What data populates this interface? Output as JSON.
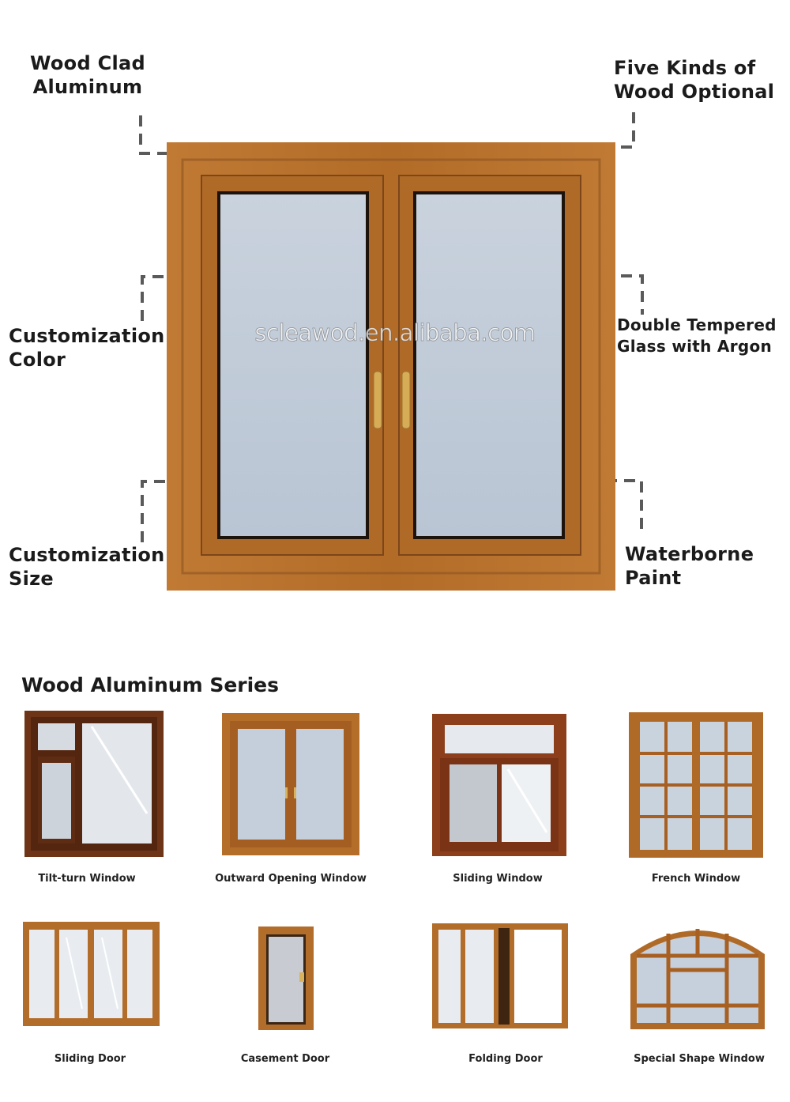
{
  "features": {
    "top_left": "Wood Clad\nAluminum",
    "top_right": "Five Kinds of\nWood Optional",
    "mid_left": "Customization\nColor",
    "mid_right": "Double Tempered\nGlass with Argon",
    "bottom_left": "Customization\nSize",
    "bottom_right": "Waterborne\nPaint"
  },
  "watermark": "scleawod.en.alibaba.com",
  "series": {
    "title": "Wood Aluminum Series",
    "products": [
      {
        "label": "Tilt-turn Window"
      },
      {
        "label": "Outward Opening Window"
      },
      {
        "label": "Sliding Window"
      },
      {
        "label": "French Window"
      },
      {
        "label": "Sliding Door"
      },
      {
        "label": "Casement Door"
      },
      {
        "label": "Folding Door"
      },
      {
        "label": "Special Shape Window"
      }
    ]
  },
  "colors": {
    "wood": "#b8722c",
    "wood_dark": "#8a4f1c",
    "glass": "#c4ceda",
    "leader": "#5a5a5a"
  }
}
